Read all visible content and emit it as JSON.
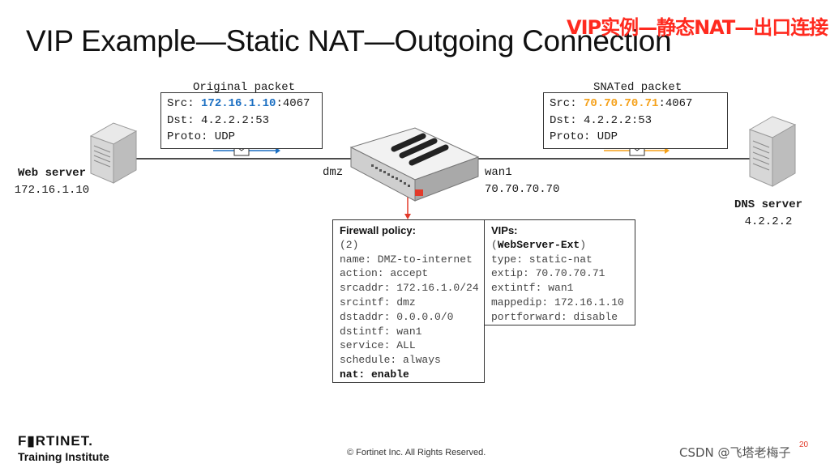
{
  "slide": {
    "title": "VIP Example—Static NAT—Outgoing Connection",
    "cn_title": "VIP实例—静态NAT—出口连接",
    "page_number": "20"
  },
  "original_packet": {
    "label": "Original packet",
    "src_prefix": "Src: ",
    "src_ip": "172.16.1.10",
    "src_port": ":4067",
    "dst": "Dst: 4.2.2.2:53",
    "proto": "Proto: UDP"
  },
  "snated_packet": {
    "label": "SNATed packet",
    "src_prefix": "Src: ",
    "src_ip": "70.70.70.71",
    "src_port": ":4067",
    "dst": "Dst: 4.2.2.2:53",
    "proto": "Proto: UDP"
  },
  "web_server": {
    "name": "Web server",
    "ip": "172.16.1.10"
  },
  "dns_server": {
    "name": "DNS server",
    "ip": "4.2.2.2"
  },
  "firewall": {
    "dmz_label": "dmz",
    "wan_label": "wan1",
    "wan_ip": "70.70.70.70"
  },
  "firewall_policy": {
    "heading": "Firewall policy:",
    "lines": [
      "(2)",
      "name: DMZ-to-internet",
      "action: accept",
      "srcaddr: 172.16.1.0/24",
      "srcintf: dmz",
      "dstaddr: 0.0.0.0/0",
      "dstintf: wan1",
      "service: ALL",
      "schedule: always"
    ],
    "last_line": "nat: enable"
  },
  "vips": {
    "heading": "VIPs:",
    "open_paren": "(",
    "name": "WebServer-Ext",
    "close_paren": ")",
    "lines": [
      "type: static-nat",
      "extip: 70.70.70.71",
      "extintf: wan1",
      "mappedip: 172.16.1.10",
      "portforward: disable"
    ]
  },
  "footer": {
    "brand": "F▮RTINET.",
    "brand_sub": "Training Institute",
    "copyright": "© Fortinet Inc. All Rights Reserved.",
    "watermark": "CSDN @飞塔老梅子"
  },
  "colors": {
    "accent_red": "#e23a2a",
    "src_blue": "#1b6fc2",
    "src_orange": "#f5a11a"
  },
  "icons": [
    "server-icon",
    "firewall-appliance-icon",
    "envelope-icon",
    "arrow-right-icon"
  ]
}
